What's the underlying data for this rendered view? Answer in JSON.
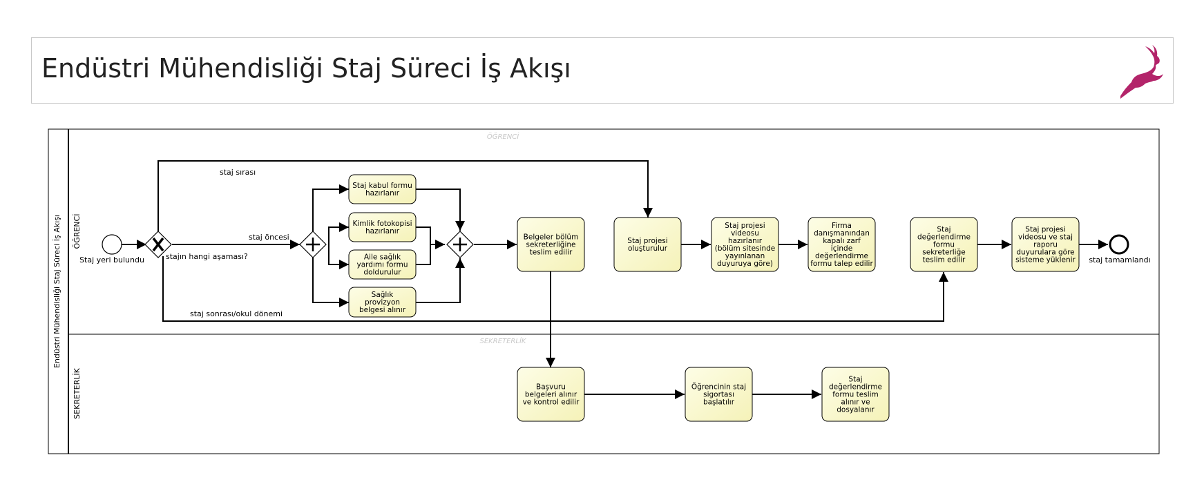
{
  "title": "Endüstri Mühendisliği Staj Süreci İş Akışı",
  "pool": {
    "label": "Endüstri Mühendisliği Staj Süreci İş Akışı",
    "lanes": [
      {
        "label": "ÖĞRENCİ",
        "watermark": "ÖĞRENCİ"
      },
      {
        "label": "SEKRETERLİK",
        "watermark": "SEKRETERLİK"
      }
    ]
  },
  "events": {
    "start": "Staj yeri bulundu",
    "end": "staj tamamlandı"
  },
  "gateway": {
    "question": "stajın hangi aşaması?"
  },
  "flow_labels": {
    "sira": "staj sırası",
    "oncesi": "staj öncesi",
    "sonrasi": "staj sonrası/okul dönemi"
  },
  "tasks": {
    "kabul": [
      "Staj kabul formu",
      "hazırlanır"
    ],
    "kimlik": [
      "Kimlik fotokopisi",
      "hazırlanır"
    ],
    "aile": [
      "Aile sağlık",
      "yardımı formu",
      "doldurulur"
    ],
    "provizyon": [
      "Sağlık",
      "provizyon",
      "belgesi alınır"
    ],
    "teslim": [
      "Belgeler bölüm",
      "sekreterliğine",
      "teslim edilir"
    ],
    "proje": [
      "Staj projesi",
      "oluşturulur"
    ],
    "video": [
      "Staj projesi",
      "videosu",
      "hazırlanır",
      "(bölüm sitesinde",
      "yayınlanan",
      "duyuruya göre)"
    ],
    "firma": [
      "Firma",
      "danışmanından",
      "kapalı zarf",
      "içinde",
      "değerlendirme",
      "formu talep edilir"
    ],
    "degerlendirme": [
      "Staj",
      "değerlendirme",
      "formu",
      "sekreterliğe",
      "teslim edilir"
    ],
    "yukleme": [
      "Staj projesi",
      "videosu ve staj",
      "raporu",
      "duyurulara göre",
      "sisteme yüklenir"
    ],
    "basvuru": [
      "Başvuru",
      "belgeleri alınır",
      "ve kontrol edilir"
    ],
    "sigorta": [
      "Öğrencinin staj",
      "sigortası",
      "başlatılır"
    ],
    "dosyalama": [
      "Staj",
      "değerlendirme",
      "formu teslim",
      "alınır ve",
      "dosyalanır"
    ]
  },
  "colors": {
    "task_fill_top": "#fdfde6",
    "task_fill_bottom": "#f5f2b8",
    "logo": "#b3246a",
    "stroke": "#000000",
    "watermark": "#c8c8c8"
  },
  "icons": {
    "logo": "gazelle-logo",
    "start": "start-event-circle",
    "end": "end-event-circle",
    "exclusive": "exclusive-gateway-x",
    "parallel": "parallel-gateway-plus"
  }
}
